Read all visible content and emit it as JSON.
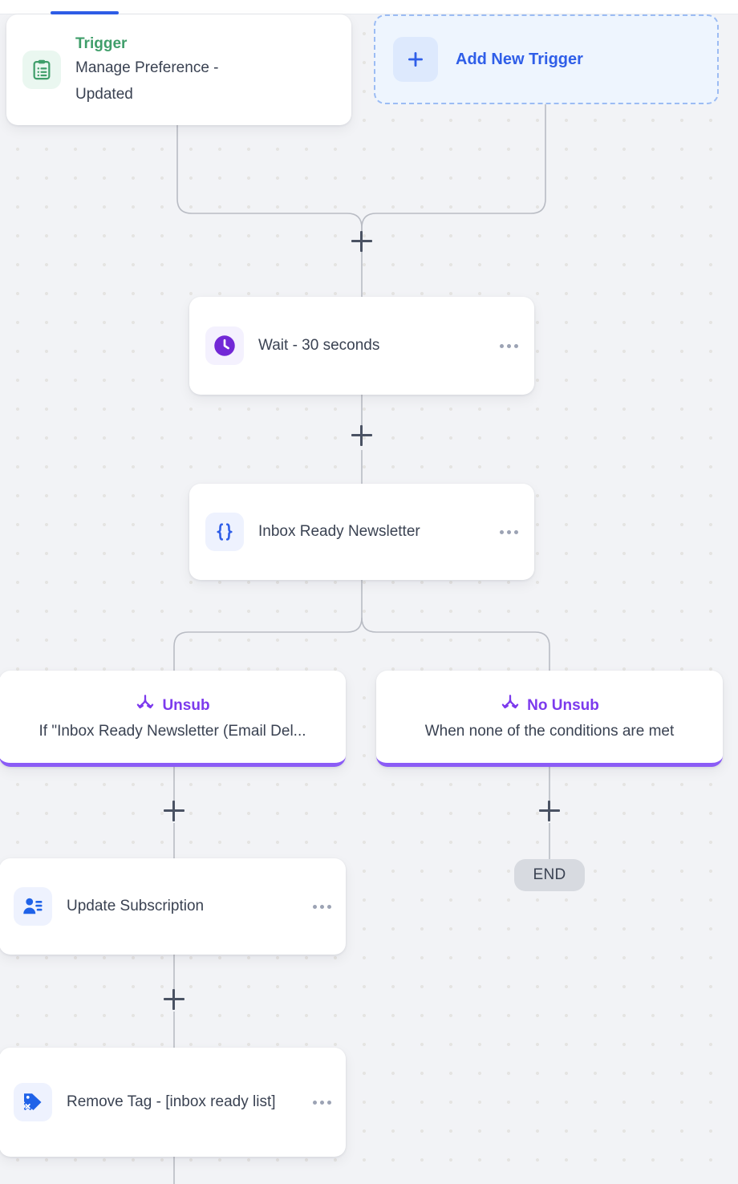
{
  "app": {
    "canvas_bg": "#f2f3f6",
    "dot_color": "#e5e4e2",
    "accent_blue": "#2f5ee8",
    "accent_purple": "#7c3aed",
    "accent_green": "#3f9e6a"
  },
  "topbar": {
    "active_tab_indicator": "blue-underline"
  },
  "trigger": {
    "label": "Trigger",
    "name": "Manage Preference -",
    "name_line2": "Updated",
    "icon": "clipboard-list-icon"
  },
  "add_trigger": {
    "label": "Add New Trigger",
    "icon": "plus-icon"
  },
  "nodes": [
    {
      "id": "wait",
      "title": "Wait - 30 seconds",
      "icon": "clock-icon",
      "icon_theme": "purple",
      "menu": "more-options"
    },
    {
      "id": "email",
      "title": "Inbox Ready Newsletter",
      "icon": "curly-braces-icon",
      "icon_theme": "blue",
      "menu": "more-options"
    },
    {
      "id": "update-subscription",
      "title": "Update Subscription",
      "icon": "user-list-icon",
      "icon_theme": "blue",
      "menu": "more-options"
    },
    {
      "id": "remove-tag",
      "title": "Remove Tag - [inbox ready",
      "title_line2": "list]",
      "icon": "tag-remove-icon",
      "icon_theme": "blue",
      "menu": "more-options"
    }
  ],
  "branches": [
    {
      "id": "unsub",
      "name": "Unsub",
      "description": "If \"Inbox Ready Newsletter (Email Del...",
      "icon": "branch-fork-icon",
      "accent": "#8b5cf6"
    },
    {
      "id": "no-unsub",
      "name": "No Unsub",
      "description": "When none of the conditions are met",
      "icon": "branch-fork-icon",
      "accent": "#8b5cf6"
    }
  ],
  "end_badge": {
    "label": "END"
  },
  "connectors": {
    "add_step_icon": "plus-icon",
    "count": 5
  }
}
